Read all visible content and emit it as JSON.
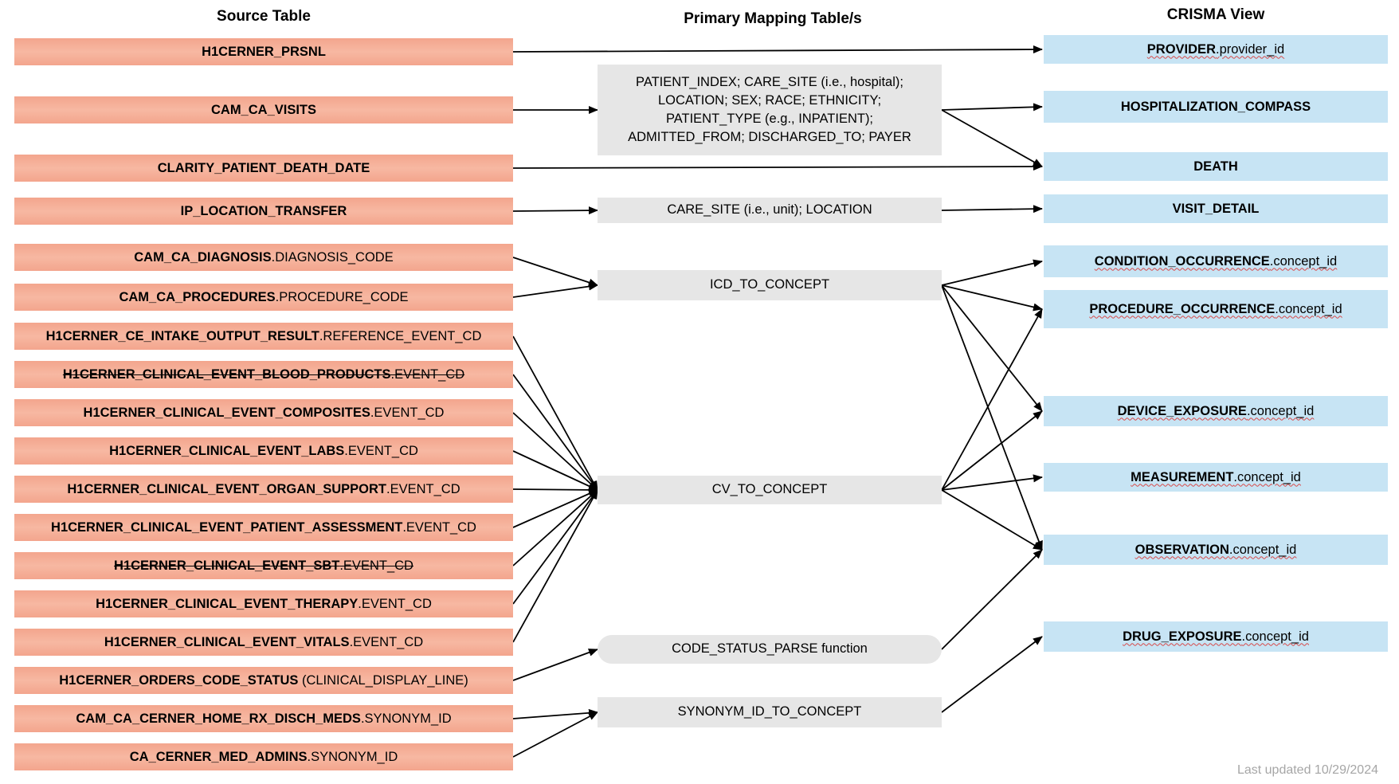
{
  "headers": {
    "source": "Source Table",
    "mapping": "Primary Mapping Table/s",
    "crisma": "CRISMA View"
  },
  "source_tables": [
    {
      "bold": "H1CERNER_PRSNL",
      "rest": ""
    },
    {
      "bold": "CAM_CA_VISITS",
      "rest": ""
    },
    {
      "bold": "CLARITY_PATIENT_DEATH_DATE",
      "rest": ""
    },
    {
      "bold": "IP_LOCATION_TRANSFER",
      "rest": ""
    },
    {
      "bold": "CAM_CA_DIAGNOSIS",
      "rest": ".DIAGNOSIS_CODE"
    },
    {
      "bold": "CAM_CA_PROCEDURES",
      "rest": ".PROCEDURE_CODE"
    },
    {
      "bold": "H1CERNER_CE_INTAKE_OUTPUT_RESULT",
      "rest": ".REFERENCE_EVENT_CD"
    },
    {
      "bold": "H1CERNER_CLINICAL_EVENT_BLOOD_PRODUCTS",
      "rest": ".EVENT_CD",
      "strikethrough": true
    },
    {
      "bold": "H1CERNER_CLINICAL_EVENT_COMPOSITES",
      "rest": ".EVENT_CD"
    },
    {
      "bold": "H1CERNER_CLINICAL_EVENT_LABS",
      "rest": ".EVENT_CD"
    },
    {
      "bold": "H1CERNER_CLINICAL_EVENT_ORGAN_SUPPORT",
      "rest": ".EVENT_CD"
    },
    {
      "bold": "H1CERNER_CLINICAL_EVENT_PATIENT_ASSESSMENT",
      "rest": ".EVENT_CD"
    },
    {
      "bold": "H1CERNER_CLINICAL_EVENT_SBT",
      "rest": ".EVENT_CD",
      "strikethrough": true
    },
    {
      "bold": "H1CERNER_CLINICAL_EVENT_THERAPY",
      "rest": ".EVENT_CD"
    },
    {
      "bold": "H1CERNER_CLINICAL_EVENT_VITALS",
      "rest": ".EVENT_CD"
    },
    {
      "bold": "H1CERNER_ORDERS_CODE_STATUS",
      "rest": " (CLINICAL_DISPLAY_LINE)"
    },
    {
      "bold": "CAM_CA_CERNER_HOME_RX_DISCH_MEDS",
      "rest": ".SYNONYM_ID"
    },
    {
      "bold": "CA_CERNER_MED_ADMINS",
      "rest": ".SYNONYM_ID"
    }
  ],
  "mapping_tables": [
    {
      "lines": [
        "PATIENT_INDEX; CARE_SITE (i.e., hospital);",
        "LOCATION; SEX; RACE; ETHNICITY;",
        "PATIENT_TYPE (e.g., INPATIENT);",
        "ADMITTED_FROM; DISCHARGED_TO; PAYER"
      ]
    },
    {
      "lines": [
        "CARE_SITE (i.e., unit); LOCATION"
      ]
    },
    {
      "lines": [
        "ICD_TO_CONCEPT"
      ]
    },
    {
      "lines": [
        "CV_TO_CONCEPT"
      ]
    },
    {
      "lines": [
        "CODE_STATUS_PARSE function"
      ],
      "shape": "rounded"
    },
    {
      "lines": [
        "SYNONYM_ID_TO_CONCEPT"
      ]
    }
  ],
  "crisma_views": [
    {
      "bold": "PROVIDER",
      "rest": ".provider_id",
      "spellcheck": true
    },
    {
      "bold": "HOSPITALIZATION_COMPASS",
      "rest": ""
    },
    {
      "bold": "DEATH",
      "rest": ""
    },
    {
      "bold": "VISIT_DETAIL",
      "rest": ""
    },
    {
      "bold": "CONDITION_OCCURRENCE",
      "rest": ".concept_id",
      "spellcheck": true
    },
    {
      "bold": "PROCEDURE_OCCURRENCE",
      "rest": ".concept_id",
      "spellcheck": true
    },
    {
      "bold": "DEVICE_EXPOSURE",
      "rest": ".concept_id",
      "spellcheck": true
    },
    {
      "bold": "MEASUREMENT",
      "rest": ".concept_id",
      "spellcheck": true
    },
    {
      "bold": "OBSERVATION",
      "rest": ".concept_id",
      "spellcheck": true
    },
    {
      "bold": "DRUG_EXPOSURE",
      "rest": ".concept_id",
      "spellcheck": true
    }
  ],
  "connections": [
    {
      "from": "H1CERNER_PRSNL",
      "to": "PROVIDER"
    },
    {
      "from": "CAM_CA_VISITS",
      "to": "PATIENT_INDEX mapping"
    },
    {
      "from": "PATIENT_INDEX mapping",
      "to": "HOSPITALIZATION_COMPASS"
    },
    {
      "from": "PATIENT_INDEX mapping",
      "to": "DEATH"
    },
    {
      "from": "CLARITY_PATIENT_DEATH_DATE",
      "to": "DEATH"
    },
    {
      "from": "IP_LOCATION_TRANSFER",
      "to": "CARE_SITE mapping"
    },
    {
      "from": "CARE_SITE mapping",
      "to": "VISIT_DETAIL"
    },
    {
      "from": "CAM_CA_DIAGNOSIS",
      "to": "ICD_TO_CONCEPT"
    },
    {
      "from": "CAM_CA_PROCEDURES",
      "to": "ICD_TO_CONCEPT"
    },
    {
      "from": "ICD_TO_CONCEPT",
      "to": "CONDITION_OCCURRENCE"
    },
    {
      "from": "ICD_TO_CONCEPT",
      "to": "PROCEDURE_OCCURRENCE"
    },
    {
      "from": "ICD_TO_CONCEPT",
      "to": "DEVICE_EXPOSURE"
    },
    {
      "from": "ICD_TO_CONCEPT",
      "to": "OBSERVATION"
    },
    {
      "from": "H1CERNER_CE_INTAKE_OUTPUT_RESULT",
      "to": "CV_TO_CONCEPT"
    },
    {
      "from": "H1CERNER_CLINICAL_EVENT_BLOOD_PRODUCTS",
      "to": "CV_TO_CONCEPT"
    },
    {
      "from": "H1CERNER_CLINICAL_EVENT_COMPOSITES",
      "to": "CV_TO_CONCEPT"
    },
    {
      "from": "H1CERNER_CLINICAL_EVENT_LABS",
      "to": "CV_TO_CONCEPT"
    },
    {
      "from": "H1CERNER_CLINICAL_EVENT_ORGAN_SUPPORT",
      "to": "CV_TO_CONCEPT"
    },
    {
      "from": "H1CERNER_CLINICAL_EVENT_PATIENT_ASSESSMENT",
      "to": "CV_TO_CONCEPT"
    },
    {
      "from": "H1CERNER_CLINICAL_EVENT_SBT",
      "to": "CV_TO_CONCEPT"
    },
    {
      "from": "H1CERNER_CLINICAL_EVENT_THERAPY",
      "to": "CV_TO_CONCEPT"
    },
    {
      "from": "H1CERNER_CLINICAL_EVENT_VITALS",
      "to": "CV_TO_CONCEPT"
    },
    {
      "from": "CV_TO_CONCEPT",
      "to": "PROCEDURE_OCCURRENCE"
    },
    {
      "from": "CV_TO_CONCEPT",
      "to": "DEVICE_EXPOSURE"
    },
    {
      "from": "CV_TO_CONCEPT",
      "to": "MEASUREMENT"
    },
    {
      "from": "CV_TO_CONCEPT",
      "to": "OBSERVATION"
    },
    {
      "from": "H1CERNER_ORDERS_CODE_STATUS",
      "to": "CODE_STATUS_PARSE function"
    },
    {
      "from": "CODE_STATUS_PARSE function",
      "to": "OBSERVATION"
    },
    {
      "from": "CAM_CA_CERNER_HOME_RX_DISCH_MEDS",
      "to": "SYNONYM_ID_TO_CONCEPT"
    },
    {
      "from": "CA_CERNER_MED_ADMINS",
      "to": "SYNONYM_ID_TO_CONCEPT"
    },
    {
      "from": "SYNONYM_ID_TO_CONCEPT",
      "to": "DRUG_EXPOSURE"
    }
  ],
  "colors": {
    "source_fill": "#f4a88f",
    "mapping_fill": "#e6e6e6",
    "crisma_fill": "#c7e4f4",
    "arrow": "#000000",
    "footer_text": "#a6a6a6"
  },
  "footer": "Last updated 10/29/2024"
}
